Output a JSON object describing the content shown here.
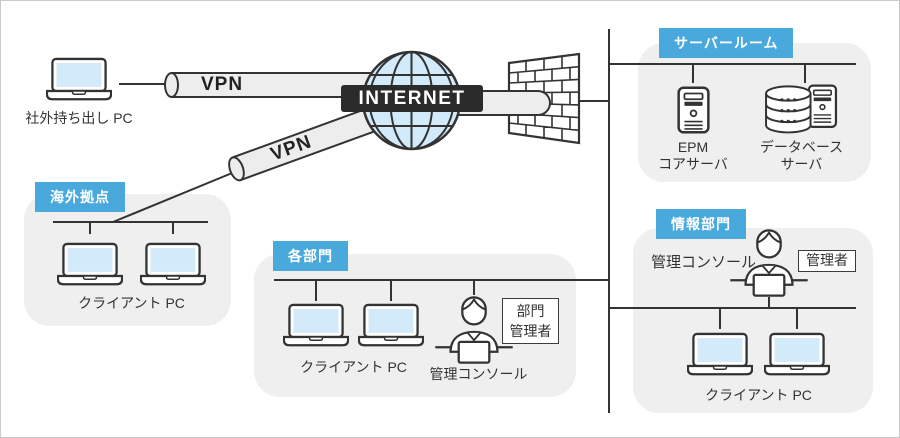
{
  "colors": {
    "accent_blue": "#4aa9dc",
    "screen_blue": "#d2eafa",
    "panel_gray": "#efefef",
    "internet_bg": "#2b2b2b",
    "tube_gray": "#ededed",
    "line_dark": "#333333"
  },
  "internet": {
    "label": "INTERNET"
  },
  "vpn": {
    "tunnel1_label": "VPN",
    "tunnel2_label": "VPN"
  },
  "external": {
    "pc_label": "社外持ち出し PC"
  },
  "server_room": {
    "title": "サーバールーム",
    "epm_label_line1": "EPM",
    "epm_label_line2": "コアサーバ",
    "db_label_line1": "データベース",
    "db_label_line2": "サーバ"
  },
  "overseas": {
    "title": "海外拠点",
    "client_label": "クライアント PC"
  },
  "departments": {
    "title": "各部門",
    "client_label": "クライアント PC",
    "console_label": "管理コンソール",
    "admin_label_line1": "部門",
    "admin_label_line2": "管理者"
  },
  "info_dept": {
    "title": "情報部門",
    "console_label": "管理コンソール",
    "admin_label": "管理者",
    "client_label": "クライアント PC"
  }
}
